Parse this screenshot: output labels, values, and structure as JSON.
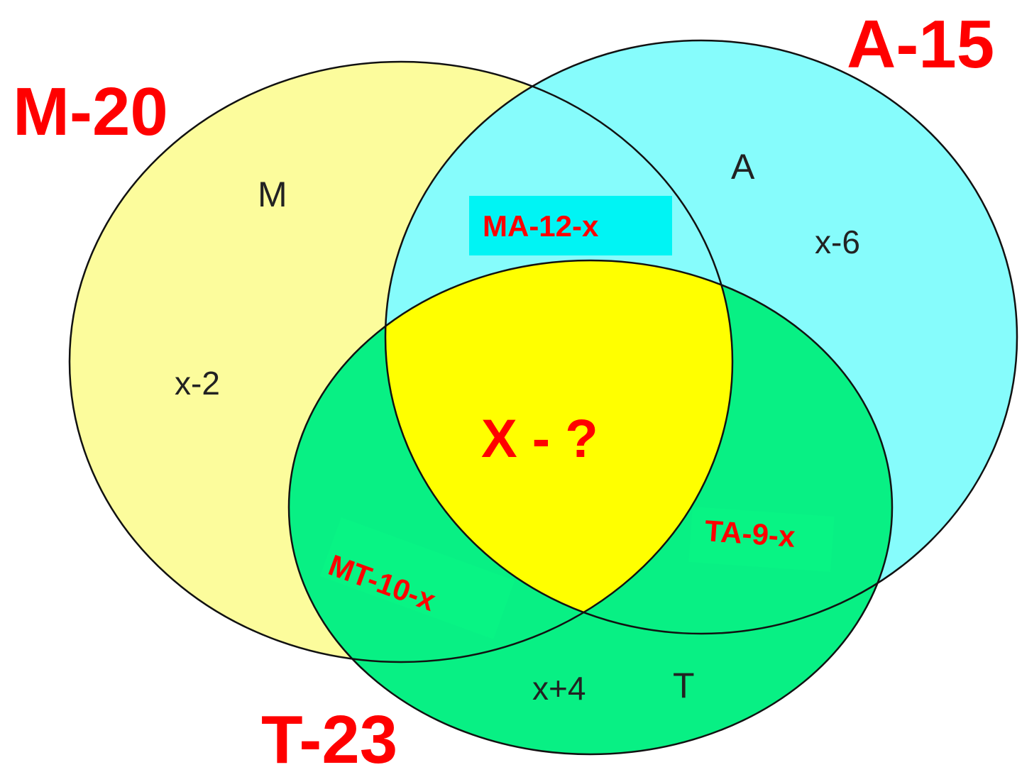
{
  "sets": {
    "m": {
      "total_label": "M-20",
      "letter": "M",
      "only_expr": "x-2",
      "fill": "#fcfc9c"
    },
    "a": {
      "total_label": "A-15",
      "letter": "A",
      "only_expr": "x-6",
      "fill": "#86fcfc"
    },
    "t": {
      "total_label": "T-23",
      "letter": "T",
      "only_expr": "x+4",
      "fill": "#08f084"
    }
  },
  "intersections": {
    "ma": {
      "label": "MA-12-x",
      "box_fill": "#00f4f4"
    },
    "mt": {
      "label": "MT-10-x",
      "box_fill": "#08f484"
    },
    "ta": {
      "label": "TA-9-x",
      "box_fill": "#08f484"
    },
    "mat": {
      "label": "X - ?",
      "fill": "#ffff00"
    }
  },
  "colors": {
    "label_red": "#ff0000",
    "outline": "#111111"
  }
}
